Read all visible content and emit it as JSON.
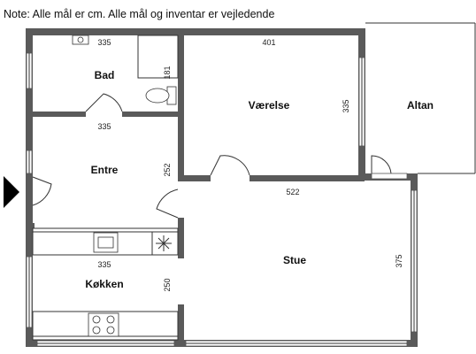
{
  "note": "Note: Alle mål er cm. Alle mål og inventar er vejledende",
  "rooms": {
    "bad": "Bad",
    "vaerelse": "Værelse",
    "altan": "Altan",
    "entre": "Entre",
    "stue": "Stue",
    "kokken": "Køkken"
  },
  "dimensions": {
    "bad_width": "335",
    "bad_height": "181",
    "vaerelse_width": "401",
    "vaerelse_height": "335",
    "entre_width": "335",
    "entre_height": "252",
    "stue_width": "522",
    "stue_height": "375",
    "kokken_width": "335",
    "kokken_height": "250"
  },
  "icons": [
    "entrance-arrow-icon",
    "toilet-icon",
    "sink-icon",
    "kitchen-sink-icon",
    "stove-icon",
    "door-swing-icon",
    "window-icon"
  ]
}
